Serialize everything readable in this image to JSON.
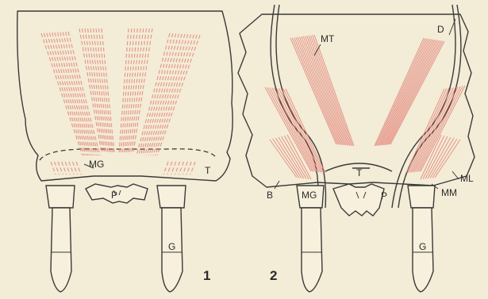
{
  "colors": {
    "background": "#f3ecd6",
    "ink": "#3a3a3a",
    "muscle": "#e2837a"
  },
  "figures": [
    {
      "number": "1",
      "labels": {
        "mg": "MG",
        "t": "T",
        "p": "P",
        "g": "G"
      }
    },
    {
      "number": "2",
      "labels": {
        "mt": "MT",
        "d": "D",
        "t": "T",
        "ml": "ML",
        "mm": "MM",
        "b": "B",
        "mg": "MG",
        "p": "P",
        "g": "G"
      }
    }
  ]
}
